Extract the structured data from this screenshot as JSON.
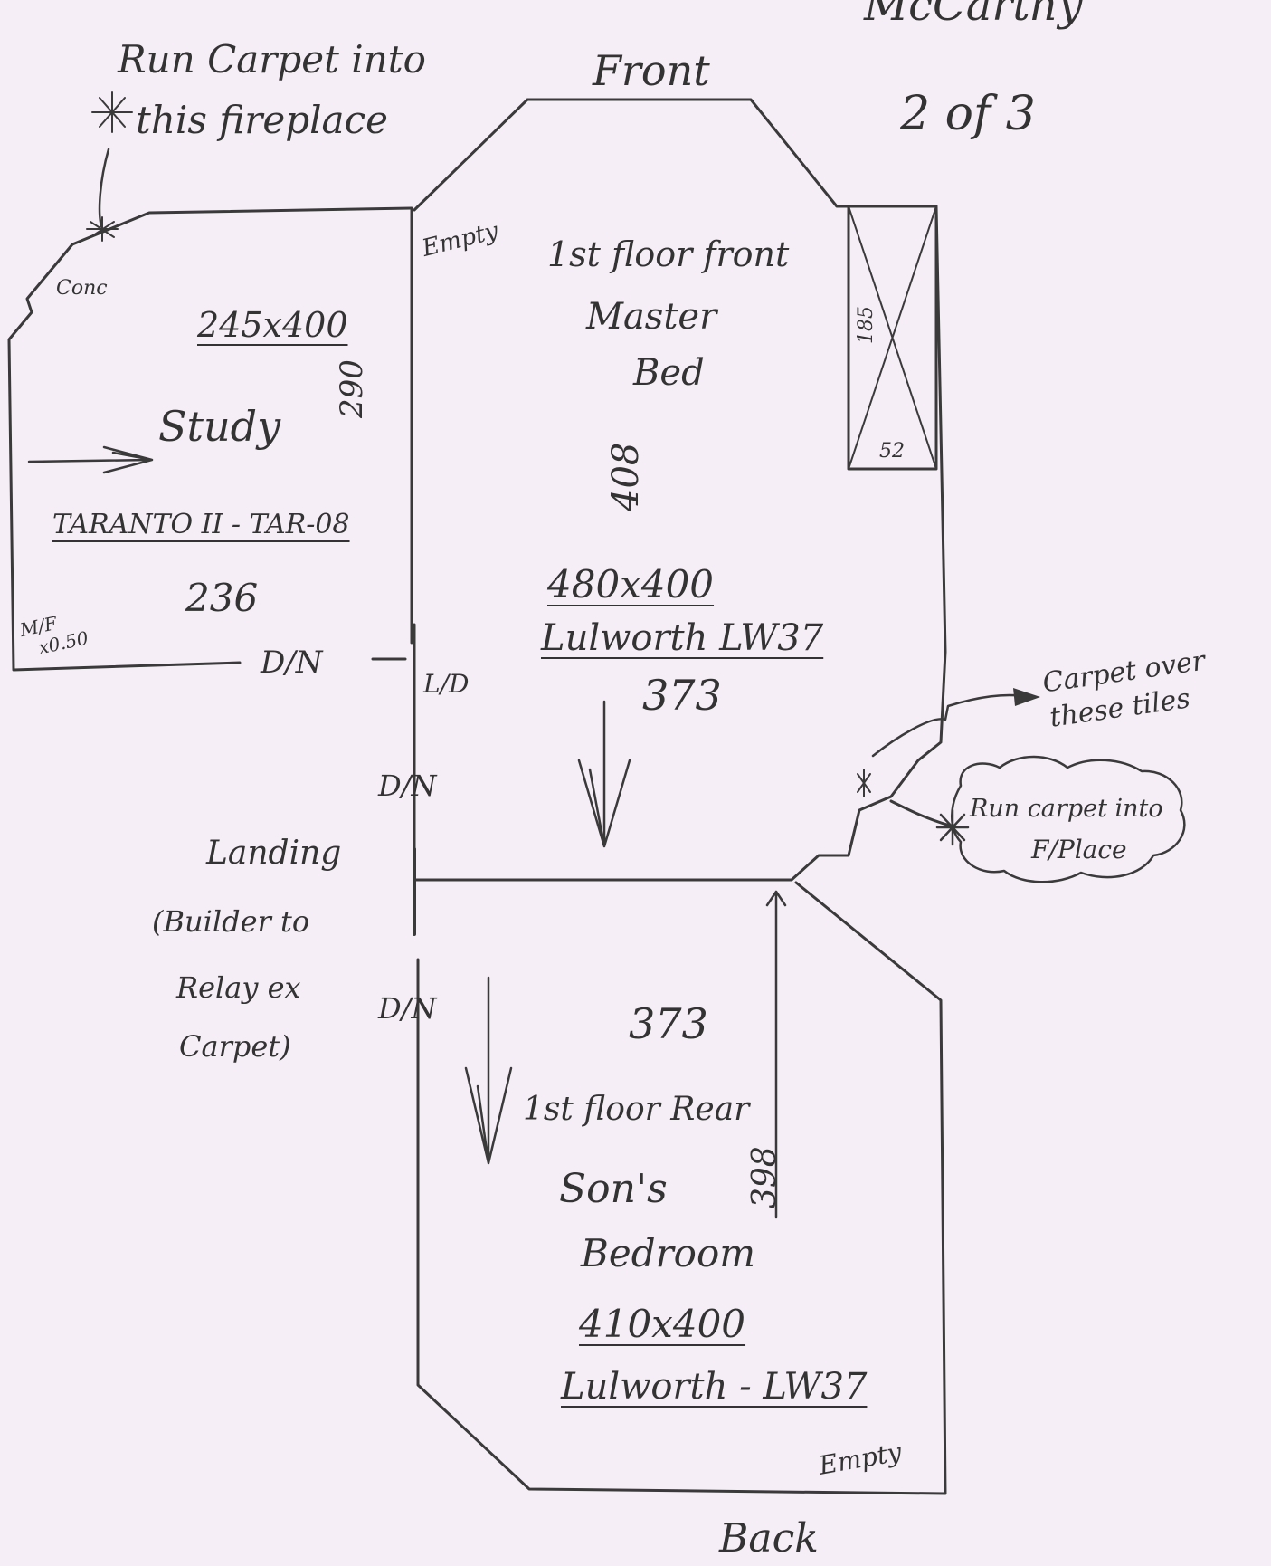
{
  "header": {
    "customer": "McCarthy",
    "sheet": "2 of 3"
  },
  "orientation": {
    "front": "Front",
    "back": "Back"
  },
  "notes": {
    "study_fireplace": [
      "Run Carpet into",
      "this fireplace"
    ],
    "carpet_tiles": [
      "Carpet over",
      "these tiles"
    ],
    "bed_fireplace": [
      "Run carpet into",
      "F/Place"
    ]
  },
  "study": {
    "size": "245x400",
    "name": "Study",
    "product": "TARANTO II - TAR-08",
    "code": "236",
    "width_mark": "290",
    "corner": "Conc",
    "mf": [
      "M/F",
      "x0.50"
    ],
    "door": "D/N"
  },
  "master": {
    "name": [
      "1st floor front",
      "Master",
      "Bed"
    ],
    "depth_mark": "408",
    "size": "480x400",
    "product": "Lulworth LW37",
    "code": "373",
    "empty": "Empty",
    "door": "L/D"
  },
  "cupboard": {
    "w": "185",
    "d": "52"
  },
  "landing": {
    "name": [
      "Landing",
      "(Builder to",
      "Relay ex",
      "Carpet)"
    ],
    "door_top": "D/N",
    "door_bottom": "D/N"
  },
  "rear": {
    "code": "373",
    "name": [
      "1st floor Rear",
      "Son's",
      "Bedroom"
    ],
    "depth_mark": "398",
    "size": "410x400",
    "product": "Lulworth - LW37",
    "empty": "Empty"
  }
}
